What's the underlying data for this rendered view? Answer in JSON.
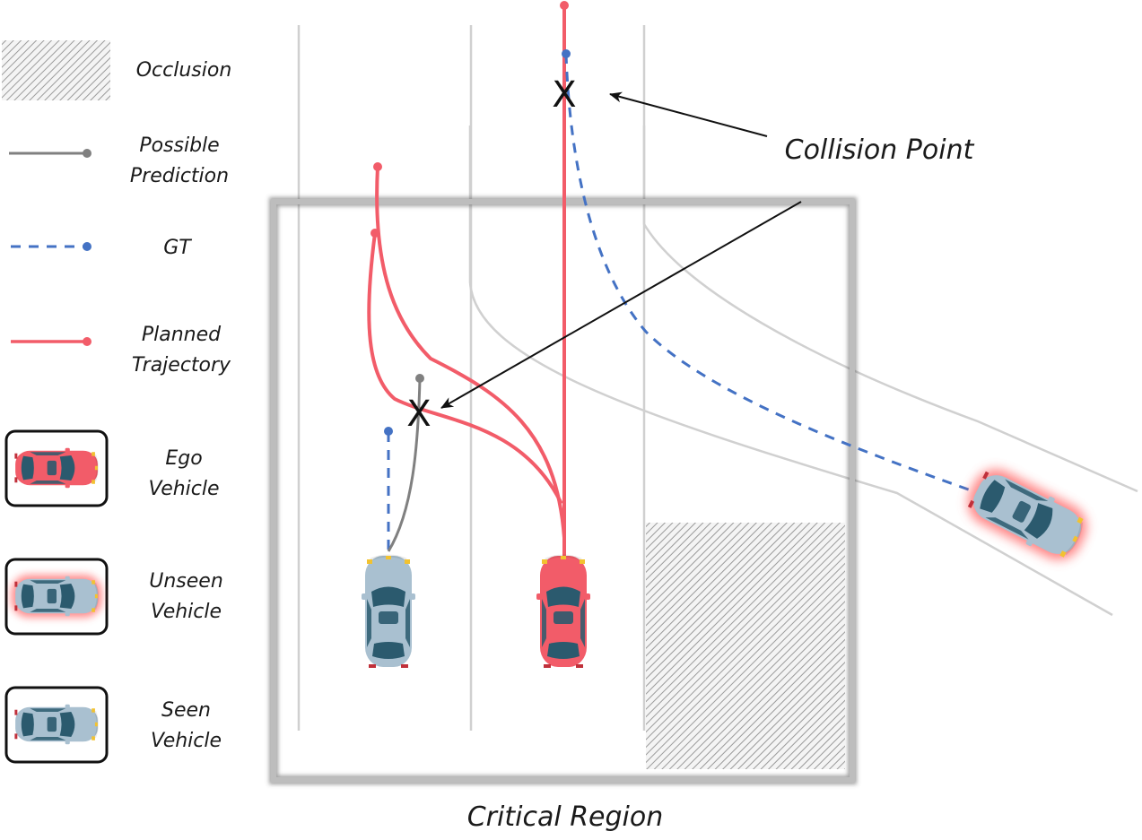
{
  "legend": {
    "occlusion": "Occlusion",
    "prediction": [
      "Possible",
      "Prediction"
    ],
    "gt": "GT",
    "planned": [
      "Planned",
      "Trajectory"
    ],
    "ego": [
      "Ego",
      "Vehicle"
    ],
    "unseen": [
      "Unseen",
      "Vehicle"
    ],
    "seen": [
      "Seen",
      "Vehicle"
    ]
  },
  "annotations": {
    "collision_point": "Collision Point",
    "critical_region": "Critical Region",
    "collision_marker": "X"
  },
  "colors": {
    "planned": "#f25c69",
    "ground_truth": "#4472c4",
    "prediction": "#808080",
    "lane_line": "#d0d0d0",
    "region_border": "#707070",
    "ego_body": "#f25c69",
    "other_body": "#a9c0d0",
    "window": "#2b5a6e",
    "unseen_glow": "#ff6060"
  },
  "icons": {
    "car": "car-top-view-icon",
    "marker": "collision-x-icon"
  }
}
